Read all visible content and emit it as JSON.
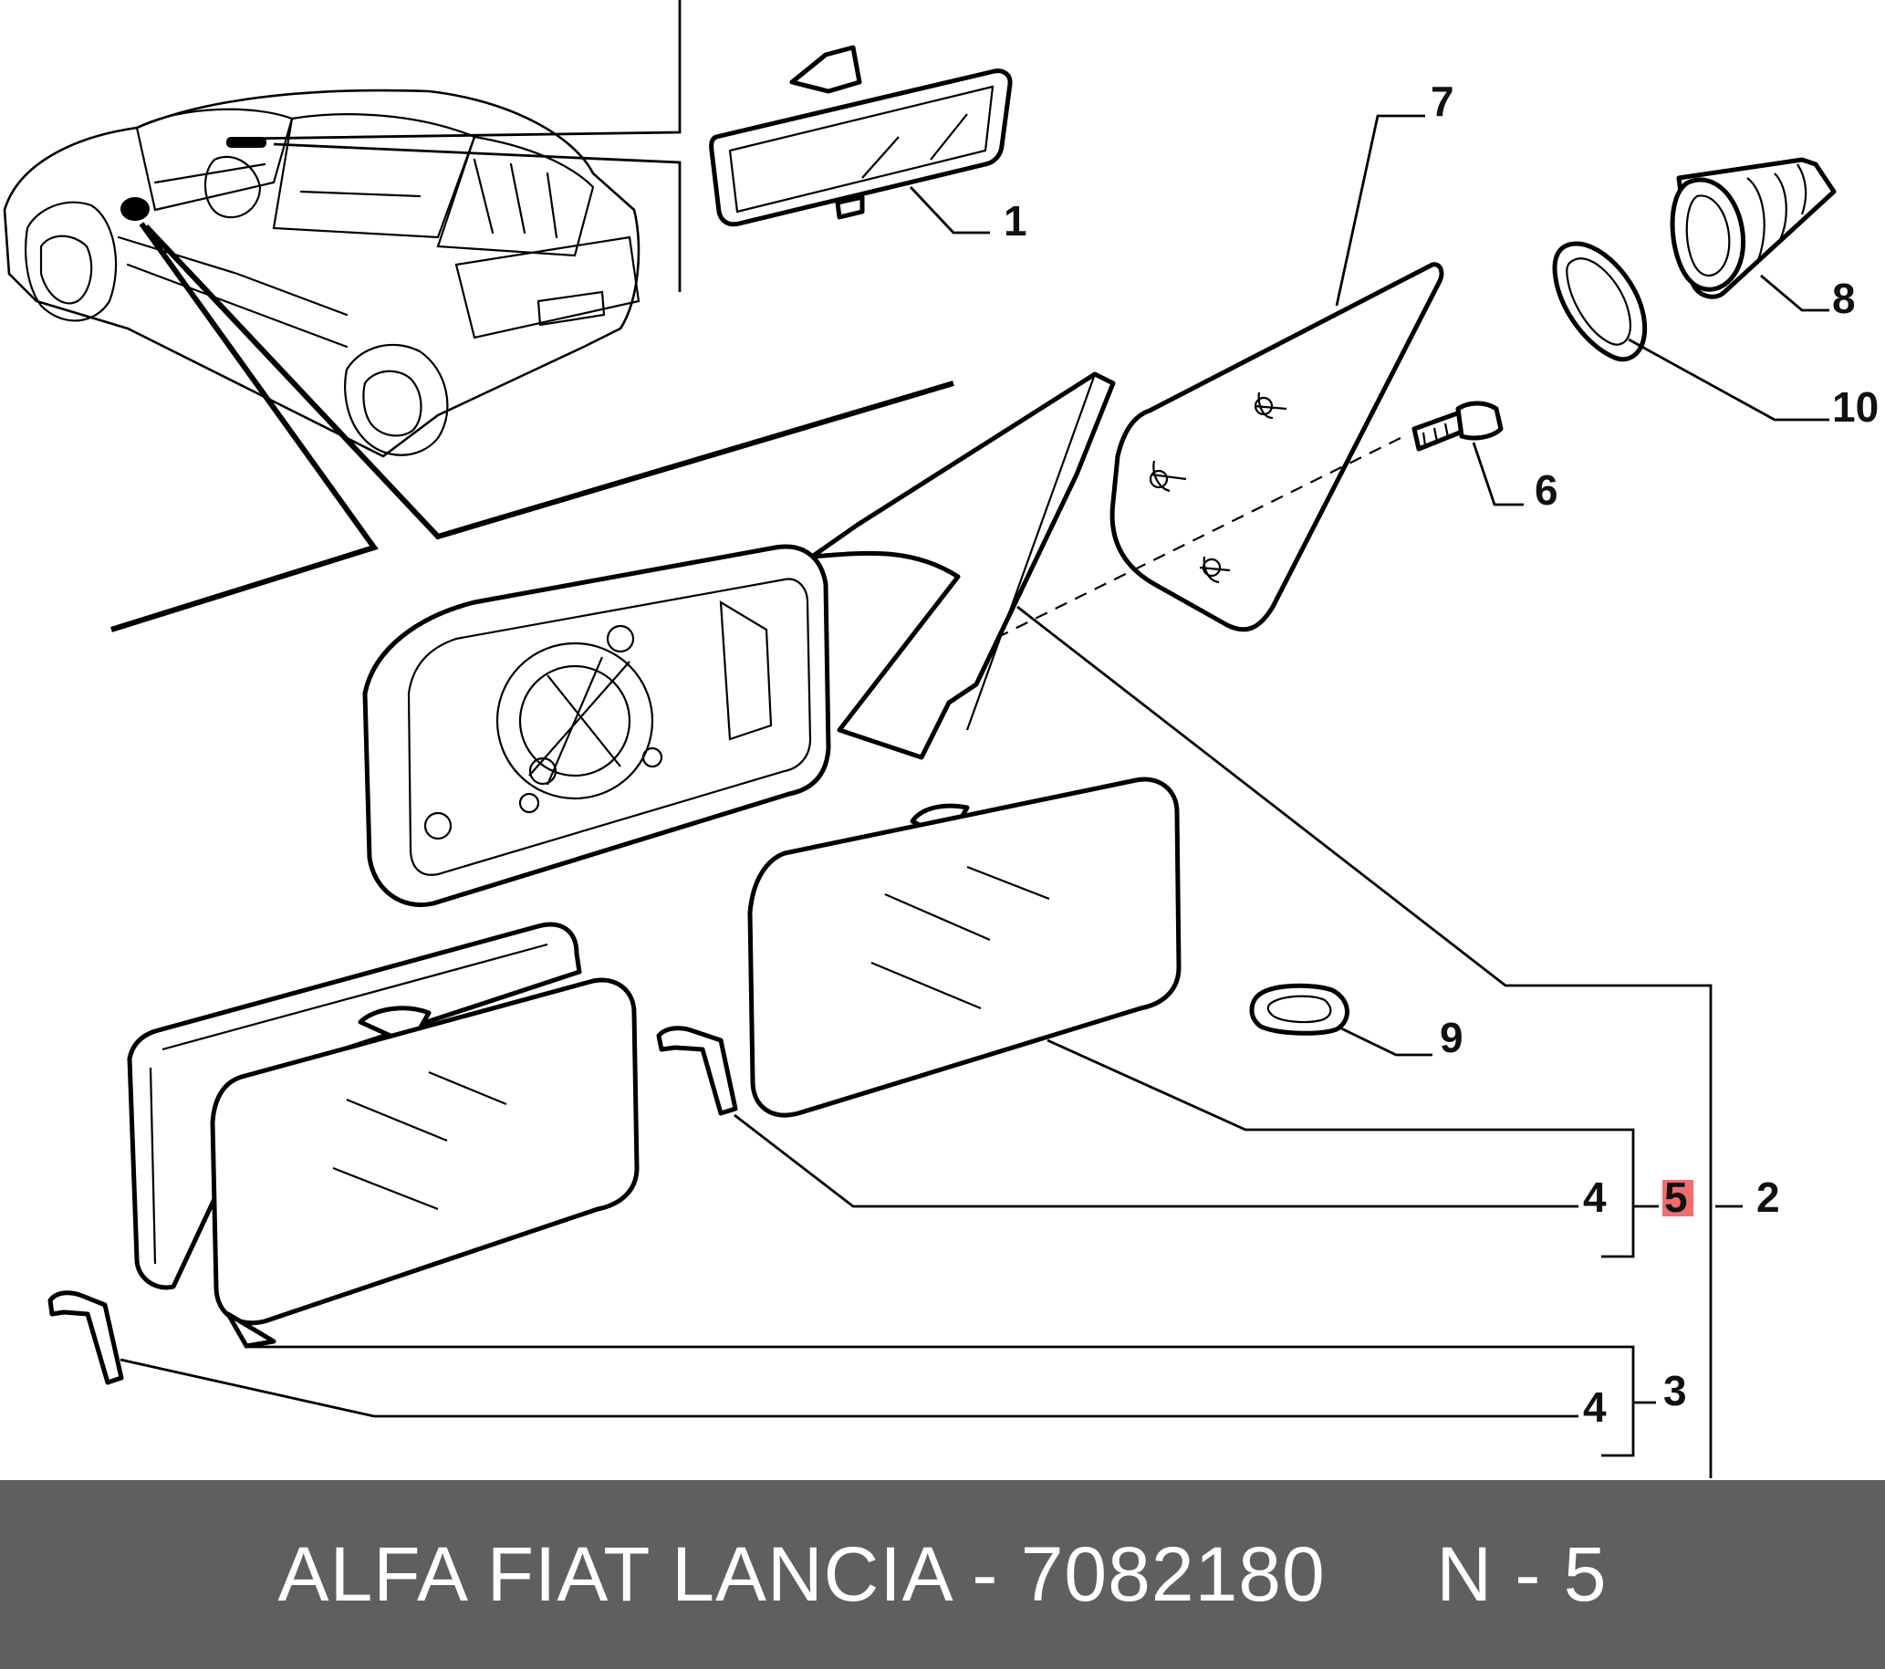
{
  "diagram": {
    "callouts": {
      "c1": "1",
      "c2": "2",
      "c3": "3",
      "c4a": "4",
      "c4b": "4",
      "c5": "5",
      "c6": "6",
      "c7": "7",
      "c8": "8",
      "c9": "9",
      "c10": "10"
    },
    "highlight_color": "#f26d6d",
    "highlighted_callout": "5"
  },
  "footer": {
    "text": "ALFA FIAT LANCIA - 7082180     N - 5",
    "background": "#5f5f5f"
  }
}
